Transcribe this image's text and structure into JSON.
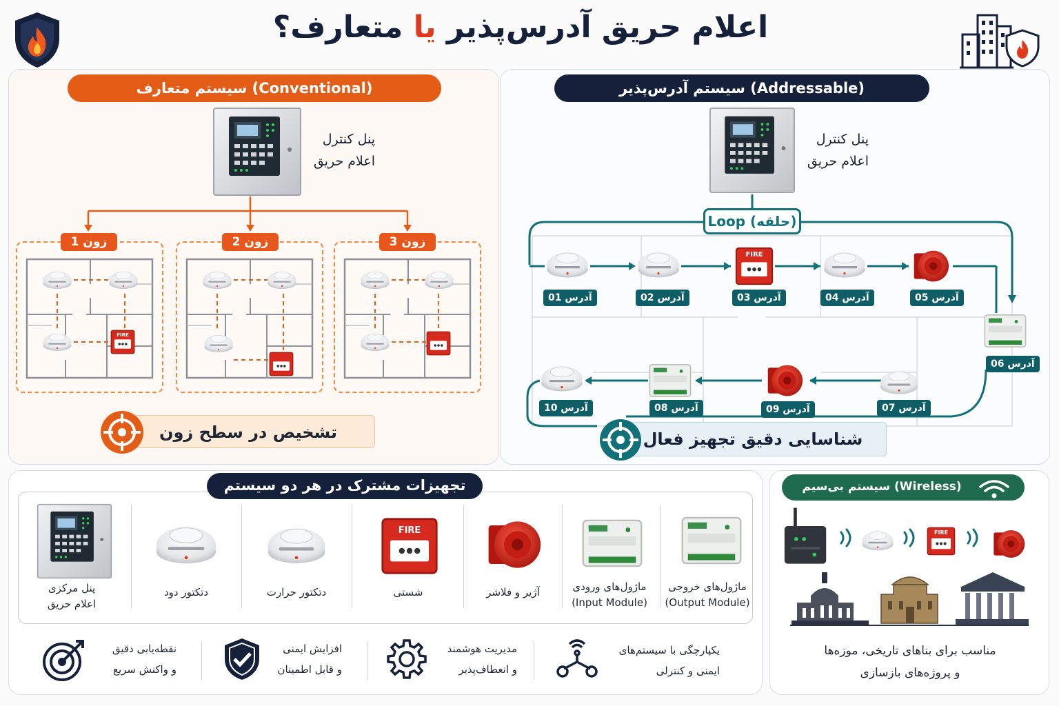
{
  "header": {
    "title_part1": "اعلام حریق آدرس‌پذیر",
    "title_highlight": "یا",
    "title_part2": "متعارف؟"
  },
  "conventional": {
    "heading": "سیستم متعارف (Conventional)",
    "panel_label_line1": "پنل کنترل",
    "panel_label_line2": "اعلام حریق",
    "zones": [
      "زون 1",
      "زون 2",
      "زون 3"
    ],
    "feature": "تشخیص در سطح زون",
    "fire_text": "FIRE"
  },
  "addressable": {
    "heading": "سیستم آدرس‌پذیر (Addressable)",
    "panel_label_line1": "پنل کنترل",
    "panel_label_line2": "اعلام حریق",
    "loop_label": "Loop (حلقه)",
    "addresses": [
      "آدرس 01",
      "آدرس 02",
      "آدرس 03",
      "آدرس 04",
      "آدرس 05",
      "آدرس 06",
      "آدرس 07",
      "آدرس 08",
      "آدرس 09",
      "آدرس 10"
    ],
    "feature": "شناسایی دقیق تجهیز فعال",
    "fire_text": "FIRE"
  },
  "common": {
    "heading": "تجهیزات مشترک در هر دو سیستم",
    "items": [
      {
        "line1": "پنل مرکزی",
        "line2": "اعلام حریق"
      },
      {
        "line1": "دتکتور دود",
        "line2": ""
      },
      {
        "line1": "دتکتور حرارت",
        "line2": ""
      },
      {
        "line1": "شستی",
        "line2": ""
      },
      {
        "line1": "آژیر و فلاشر",
        "line2": ""
      },
      {
        "line1": "ماژول‌های ورودی",
        "line2": "(Input Module)"
      },
      {
        "line1": "ماژول‌های خروجی",
        "line2": "(Output Module)"
      }
    ],
    "fire_text": "FIRE"
  },
  "wireless": {
    "heading": "سیستم بی‌سیم (Wireless)",
    "desc_line1": "مناسب برای بناهای تاریخی، موزه‌ها",
    "desc_line2": "و پروژه‌های بازسازی",
    "fire_text": "FIRE"
  },
  "benefits": [
    {
      "line1": "نقطه‌یابی دقیق",
      "line2": "و واکنش سریع",
      "icon": "target-icon"
    },
    {
      "line1": "افزایش ایمنی",
      "line2": "و قابل اطمینان",
      "icon": "shield-check-icon"
    },
    {
      "line1": "مدیریت هوشمند",
      "line2": "و انعطاف‌پذیر",
      "icon": "gear-icon"
    },
    {
      "line1": "یکپارچگی با سیستم‌های",
      "line2": "ایمنی و کنترلی",
      "icon": "network-icon"
    }
  ],
  "colors": {
    "orange": "#e7571b",
    "navy": "#15213a",
    "teal": "#0f5e67",
    "green": "#1e6b4f",
    "red": "#d62a1f"
  }
}
